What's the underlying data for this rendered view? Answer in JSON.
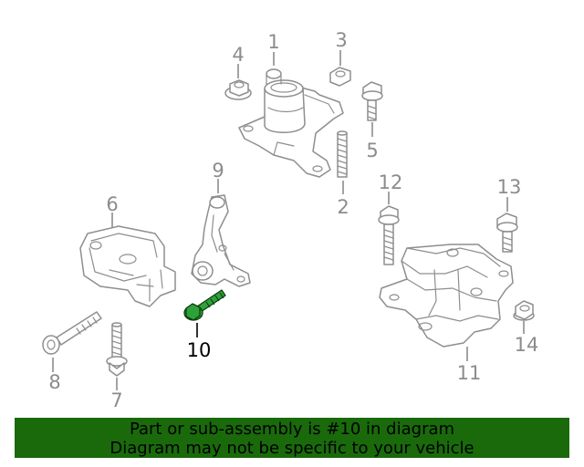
{
  "callouts": [
    {
      "id": "1",
      "label": "1",
      "highlighted": false
    },
    {
      "id": "2",
      "label": "2",
      "highlighted": false
    },
    {
      "id": "3",
      "label": "3",
      "highlighted": false
    },
    {
      "id": "4",
      "label": "4",
      "highlighted": false
    },
    {
      "id": "5",
      "label": "5",
      "highlighted": false
    },
    {
      "id": "6",
      "label": "6",
      "highlighted": false
    },
    {
      "id": "7",
      "label": "7",
      "highlighted": false
    },
    {
      "id": "8",
      "label": "8",
      "highlighted": false
    },
    {
      "id": "9",
      "label": "9",
      "highlighted": false
    },
    {
      "id": "10",
      "label": "10",
      "highlighted": true
    },
    {
      "id": "11",
      "label": "11",
      "highlighted": false
    },
    {
      "id": "12",
      "label": "12",
      "highlighted": false
    },
    {
      "id": "13",
      "label": "13",
      "highlighted": false
    },
    {
      "id": "14",
      "label": "14",
      "highlighted": false
    }
  ],
  "banner": {
    "line1": "Part or sub-assembly is #10 in diagram",
    "line2": "Diagram may not be specific to your vehicle"
  },
  "colors": {
    "banner_bg": "#1a6a0c",
    "highlight_part": "#2ea23a",
    "line_art": "#8e8e8e",
    "label_gray": "#8c8c8c"
  }
}
